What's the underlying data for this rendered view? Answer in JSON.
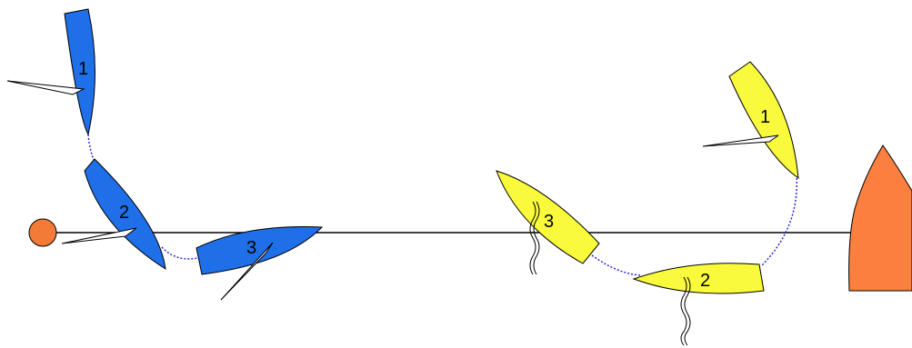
{
  "colors": {
    "blue_boat": "#1f6fe8",
    "yellow_boat": "#fafa3c",
    "mark_buoy": "#f47a38",
    "committee_boat": "#fb7f3e",
    "track": "#1c1cd6",
    "line": "#000000",
    "sail": "#ffffff"
  },
  "blue_boats": [
    {
      "label": "1"
    },
    {
      "label": "2"
    },
    {
      "label": "3"
    }
  ],
  "yellow_boats": [
    {
      "label": "1"
    },
    {
      "label": "2"
    },
    {
      "label": "3"
    }
  ],
  "icons": {
    "pin_end": "buoy-mark-icon",
    "committee_end": "committee-boat-icon"
  }
}
